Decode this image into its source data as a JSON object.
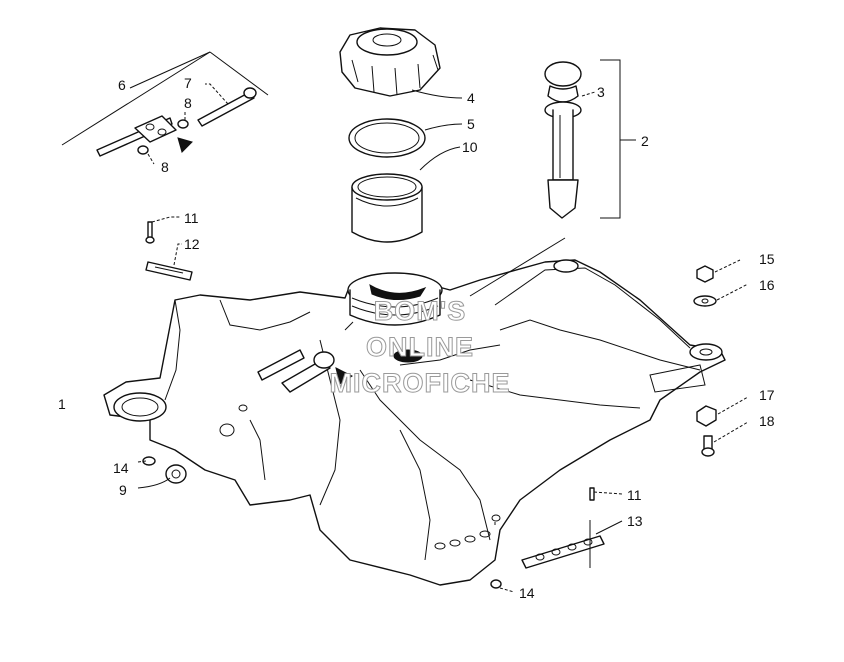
{
  "watermark": {
    "line1": "BOM'S",
    "line2": "ONLINE",
    "line3": "MICROFICHE"
  },
  "callouts": {
    "c1": "1",
    "c2": "2",
    "c3": "3",
    "c4": "4",
    "c5": "5",
    "c6": "6",
    "c7": "7",
    "c8a": "8",
    "c8b": "8",
    "c9": "9",
    "c10": "10",
    "c11a": "11",
    "c11b": "11",
    "c12": "12",
    "c13": "13",
    "c14a": "14",
    "c14b": "14",
    "c15": "15",
    "c16": "16",
    "c17": "17",
    "c18": "18"
  }
}
